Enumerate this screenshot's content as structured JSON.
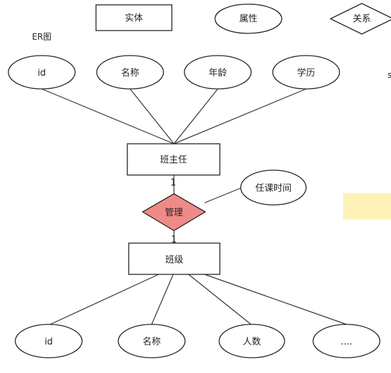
{
  "legend": {
    "entity_label": "实体",
    "attribute_label": "属性",
    "relation_label": "关系"
  },
  "diagram_title": "ER图",
  "partial_glyph": "s",
  "teacher": {
    "name": "班主任",
    "attributes": [
      "id",
      "名称",
      "年龄",
      "学历"
    ]
  },
  "relation": {
    "name": "管理",
    "attribute": "任课时间",
    "card_top": "1",
    "card_bottom": "1",
    "color": "#f08a87"
  },
  "class_entity": {
    "name": "班级",
    "attributes": [
      "id",
      "名称",
      "人数",
      "...."
    ]
  },
  "note_color": "#fff2b8"
}
